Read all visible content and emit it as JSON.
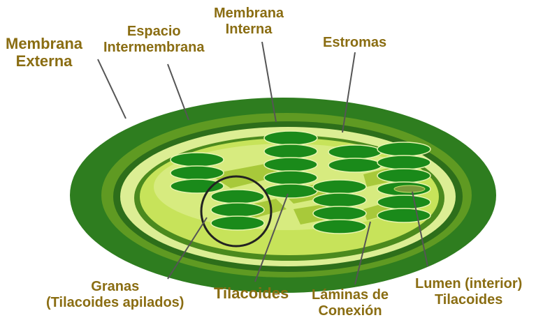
{
  "labels": {
    "membrana_externa": {
      "line1": "Membrana",
      "line2": "Externa"
    },
    "espacio_intermembrana": {
      "line1": "Espacio",
      "line2": "Intermembrana"
    },
    "membrana_interna": {
      "line1": "Membrana",
      "line2": "Interna"
    },
    "estromas": {
      "line1": "Estromas"
    },
    "granas": {
      "line1": "Granas",
      "line2": "(Tilacoides apilados)"
    },
    "tilacoides": {
      "line1": "Tilacoides"
    },
    "laminas": {
      "line1": "Láminas de",
      "line2": "Conexión"
    },
    "lumen": {
      "line1": "Lumen (interior)",
      "line2": "Tilacoides"
    }
  },
  "colors": {
    "outer_membrane": "#2e7d1f",
    "intermembrane_space": "#78a624",
    "inner_membrane": "#d9eb8c",
    "stroma": "#c7e35a",
    "stroma_light": "#e4f29e",
    "thylakoid": "#1a8a1a",
    "lamella": "#a8c93a",
    "label_text": "#8a6d12",
    "pointer_line": "#555555"
  }
}
